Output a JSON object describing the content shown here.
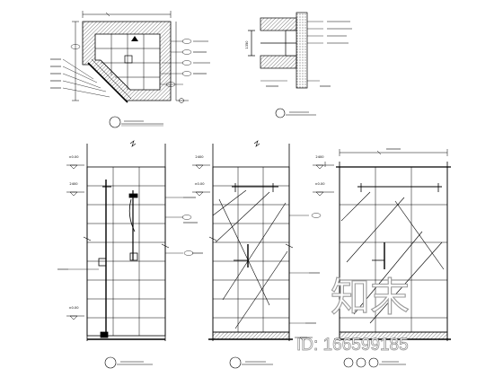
{
  "watermark": {
    "logo_chars": "知末",
    "id_text": "ID: 166599185"
  },
  "level_marks": [
    {
      "text": "±0.00"
    },
    {
      "text": "2400"
    },
    {
      "text": "±0.00"
    },
    {
      "text": "2400"
    },
    {
      "text": "±0.00"
    },
    {
      "text": "2400"
    },
    {
      "text": "±0.00"
    }
  ],
  "dimension_marks": [
    {
      "text": "1350"
    }
  ],
  "colors": {
    "line": "#000000",
    "hatch": "#444444",
    "watermark_stroke": "#8a8a8a"
  }
}
